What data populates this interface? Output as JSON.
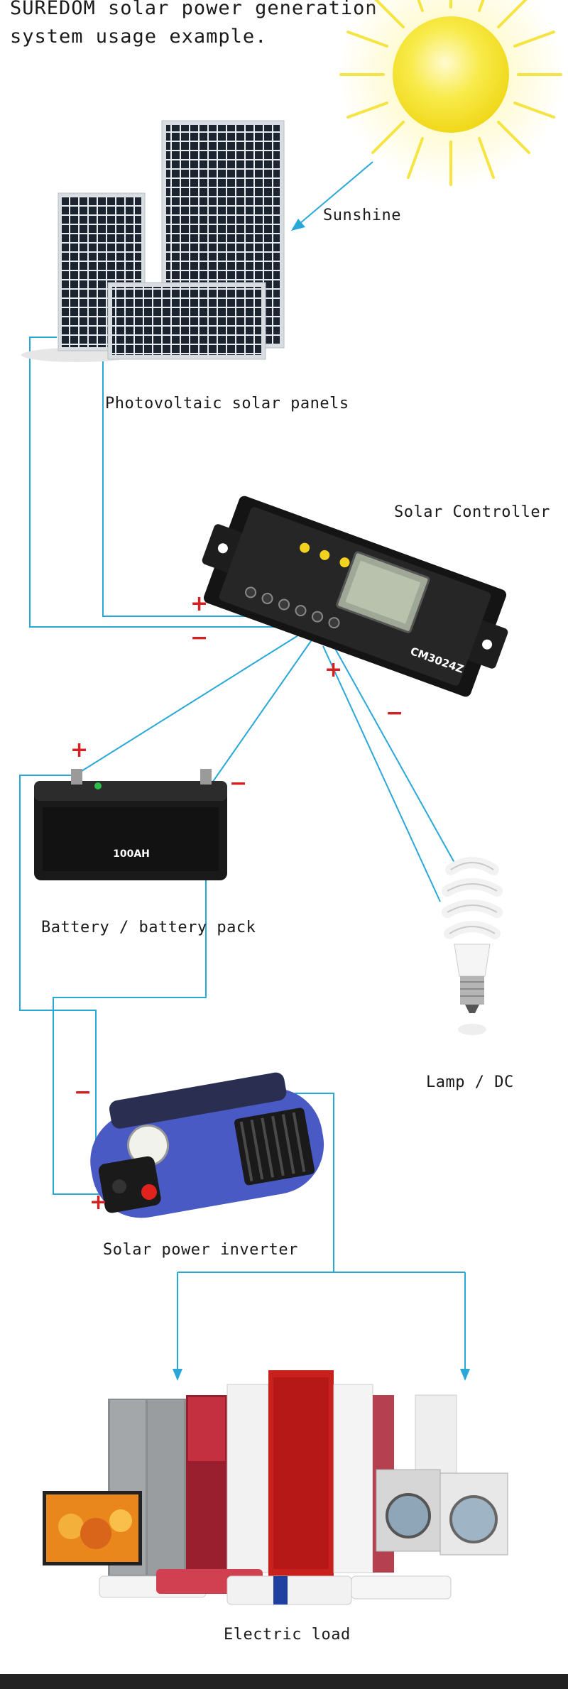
{
  "title": {
    "line1": "SUREDOM solar power generation",
    "line2": "system usage example."
  },
  "labels": {
    "sunshine": "Sunshine",
    "panels": "Photovoltaic solar panels",
    "controller": "Solar Controller",
    "battery": "Battery / battery pack",
    "lamp": "Lamp / DC",
    "inverter": "Solar power inverter",
    "load": "Electric load"
  },
  "device_text": {
    "controller_model": "CM3024Z",
    "battery_capacity": "100AH"
  },
  "polarity": {
    "plus": "+",
    "minus": "−"
  },
  "colors": {
    "wire": "#29a8d8",
    "polarity": "#d42020",
    "sun": "#f6e23a"
  }
}
